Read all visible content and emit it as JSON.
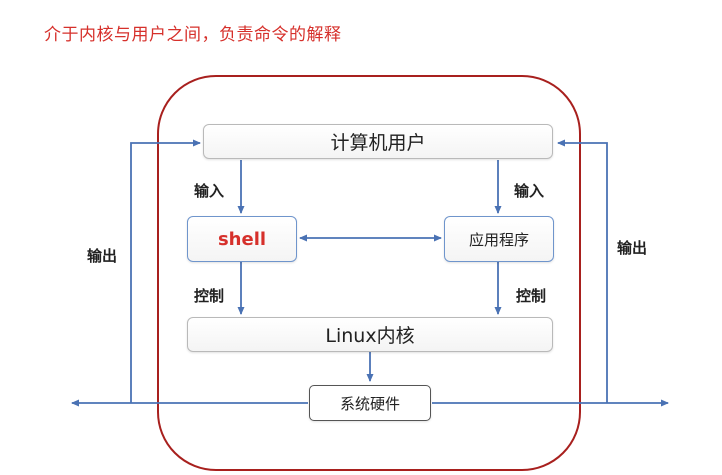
{
  "title": "介于内核与用户之间，负责命令的解释",
  "nodes": {
    "user": "计算机用户",
    "shell": "shell",
    "app": "应用程序",
    "kernel": "Linux内核",
    "hardware": "系统硬件"
  },
  "labels": {
    "input_left": "输入",
    "input_right": "输入",
    "control_left": "控制",
    "control_right": "控制",
    "output_left": "输出",
    "output_right": "输出"
  },
  "colors": {
    "title": "#d6302b",
    "shell_text": "#d6302b",
    "enclosure": "#a8201e",
    "arrow": "#4a72b4"
  }
}
